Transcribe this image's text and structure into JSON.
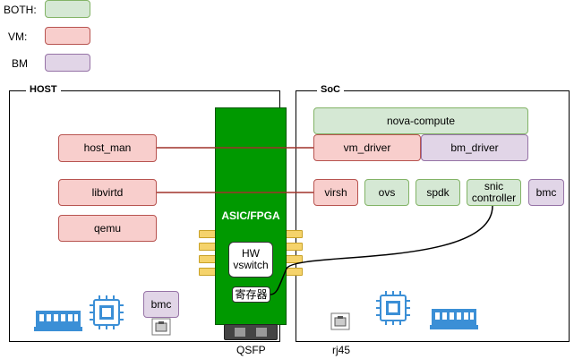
{
  "legend": [
    {
      "label": "BOTH:",
      "kind": "both"
    },
    {
      "label": "VM:",
      "kind": "vm"
    },
    {
      "label": "BM",
      "kind": "bm"
    }
  ],
  "host": {
    "title": "HOST",
    "host_man": "host_man",
    "libvirtd": "libvirtd",
    "qemu": "qemu",
    "bmc": "bmc"
  },
  "soc": {
    "title": "SoC",
    "nova_compute": "nova-compute",
    "vm_driver": "vm_driver",
    "bm_driver": "bm_driver",
    "virsh": "virsh",
    "ovs": "ovs",
    "spdk": "spdk",
    "snic_controller": "snic\ncontroller",
    "bmc": "bmc",
    "rj45": "rj45"
  },
  "card": {
    "title": "ASIC/FPGA",
    "hw_vswitch": "HW\nvswitch",
    "register": "寄存器",
    "qsfp": "QSFP"
  },
  "colors": {
    "both_fill": "#d5e8d4",
    "both_stroke": "#82b366",
    "vm_fill": "#f8cecc",
    "vm_stroke": "#b85450",
    "bm_fill": "#e1d5e7",
    "bm_stroke": "#9673a6",
    "card_green": "#009900",
    "connector_line": "#a0322a",
    "icon_blue": "#3b8fd6"
  }
}
